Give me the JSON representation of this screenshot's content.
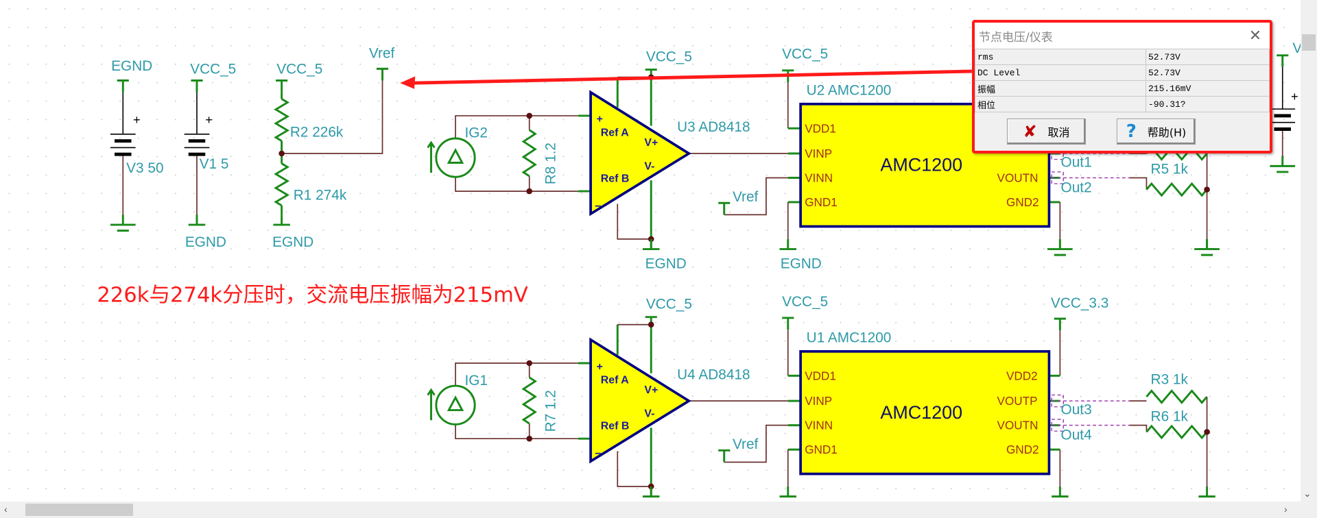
{
  "schematic": {
    "power_labels": {
      "egnd": "EGND",
      "vcc5": "VCC_5",
      "vcc33": "VCC_3.3",
      "vref": "Vref"
    },
    "components": {
      "v3": "V3 50",
      "v1": "V1 5",
      "r2": "R2 226k",
      "r1": "R1 274k",
      "ig2": "IG2",
      "ig1": "IG1",
      "r8": "R8 1.2",
      "r7": "R7 1.2",
      "u3": "U3 AD8418",
      "u4": "U4 AD8418",
      "u2": "U2 AMC1200",
      "u1": "U1 AMC1200",
      "r5": "R5 1k",
      "r3": "R3 1k",
      "r6": "R6 1k"
    },
    "opamp_pins": {
      "plus": "+",
      "minus": "−",
      "ref_a": "Ref A",
      "ref_b": "Ref B",
      "vpos": "V+",
      "vneg": "V-"
    },
    "chip_name": "AMC1200",
    "chip_pins": {
      "vdd1": "VDD1",
      "vinp": "VINP",
      "vinn": "VINN",
      "gnd1": "GND1",
      "vdd2": "VDD2",
      "voutp": "VOUTP",
      "voutn": "VOUTN",
      "gnd2": "GND2"
    },
    "probes": [
      "Out1",
      "Out2",
      "Out3",
      "Out4"
    ],
    "battery_plus": "+",
    "partial_label": "V",
    "annotation": "226k与274k分压时，交流电压振幅为215mV",
    "colors": {
      "annotation": "#ff1a1a",
      "chip_fill": "#ffff00",
      "wire": "#6b3030",
      "pin": "#1a8a1a",
      "label": "#2e9aa8"
    }
  },
  "dialog": {
    "title": "节点电压/仪表",
    "close_icon": "close-icon",
    "rows": [
      {
        "key": "rms",
        "value": "52.73V"
      },
      {
        "key": "DC Level",
        "value": "52.73V"
      },
      {
        "key": "振幅",
        "value": "215.16mV"
      },
      {
        "key": "相位",
        "value": "-90.31?"
      }
    ],
    "cancel_label": "取消",
    "help_label": "帮助(H)",
    "cancel_icon": "red-x-icon",
    "help_icon": "question-mark-icon"
  },
  "scrollbars": {
    "down_arrow": "⌄",
    "left_arrow": "‹",
    "right_arrow": "›"
  }
}
